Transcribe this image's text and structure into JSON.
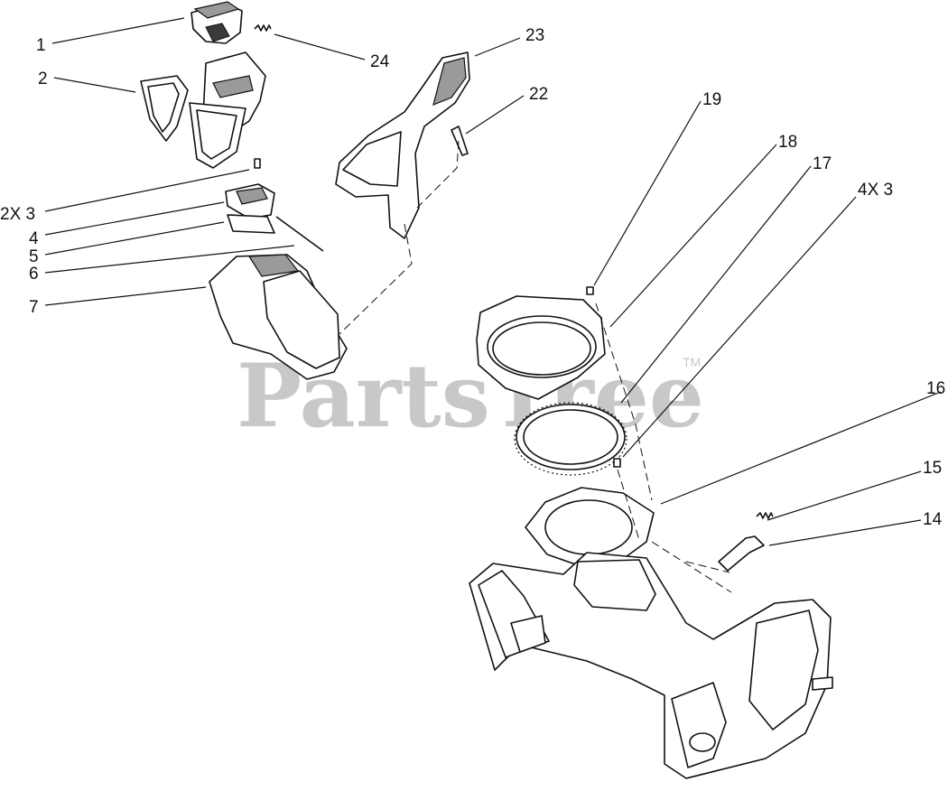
{
  "watermark": {
    "text": "PartsTree",
    "tm": "TM"
  },
  "callouts": [
    {
      "id": "1",
      "label": "1"
    },
    {
      "id": "2",
      "label": "2"
    },
    {
      "id": "3",
      "label": "2X 3"
    },
    {
      "id": "4",
      "label": "4"
    },
    {
      "id": "5",
      "label": "5"
    },
    {
      "id": "6",
      "label": "6"
    },
    {
      "id": "7",
      "label": "7"
    },
    {
      "id": "24",
      "label": "24"
    },
    {
      "id": "23",
      "label": "23"
    },
    {
      "id": "22",
      "label": "22"
    },
    {
      "id": "19",
      "label": "19"
    },
    {
      "id": "18",
      "label": "18"
    },
    {
      "id": "17",
      "label": "17"
    },
    {
      "id": "4x3",
      "label": "4X 3"
    },
    {
      "id": "16",
      "label": "16"
    },
    {
      "id": "15",
      "label": "15"
    },
    {
      "id": "14",
      "label": "14"
    }
  ],
  "colors": {
    "line": "#111111",
    "watermark": "#c8c8c8",
    "background": "#ffffff"
  }
}
